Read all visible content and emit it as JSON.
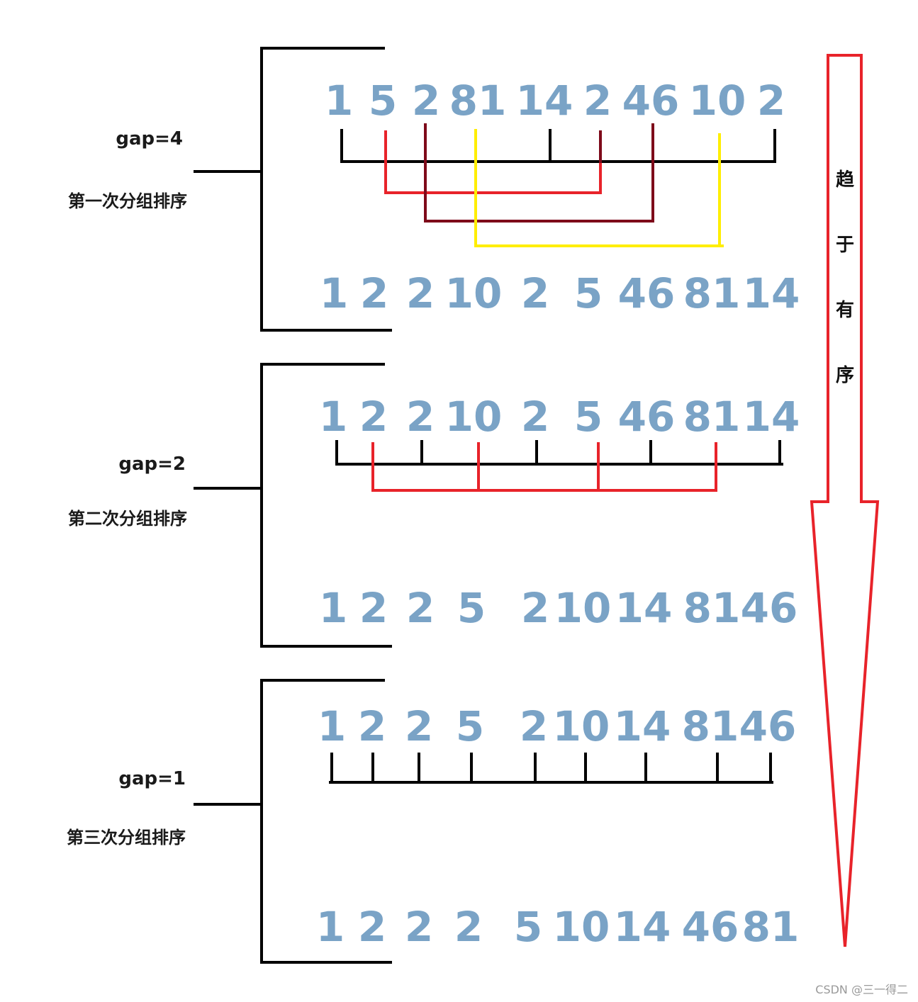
{
  "colors": {
    "number": "#7aa3c6",
    "bracket": "#000000",
    "group_black": "#000000",
    "group_red": "#e8232a",
    "group_darkred": "#7e0a1a",
    "group_yellow": "#ffee00",
    "arrow": "#e8232a"
  },
  "passes": [
    {
      "gap_label": "gap=4",
      "pass_label": "第一次分组排序",
      "before": [
        "1",
        "5",
        "2",
        "81",
        "14",
        "2",
        "46",
        "10",
        "2"
      ],
      "after": [
        "1",
        "2",
        "2",
        "10",
        "2",
        "5",
        "46",
        "81",
        "14"
      ]
    },
    {
      "gap_label": "gap=2",
      "pass_label": "第二次分组排序",
      "before": [
        "1",
        "2",
        "2",
        "10",
        "2",
        "5",
        "46",
        "81",
        "14"
      ],
      "after": [
        "1",
        "2",
        "2",
        "5",
        "2",
        "10",
        "14",
        "81",
        "46"
      ]
    },
    {
      "gap_label": "gap=1",
      "pass_label": "第三次分组排序",
      "before": [
        "1",
        "2",
        "2",
        "5",
        "2",
        "10",
        "14",
        "81",
        "46"
      ],
      "after": [
        "1",
        "2",
        "2",
        "2",
        "5",
        "10",
        "14",
        "46",
        "81"
      ]
    }
  ],
  "arrow": {
    "chars": [
      "趋",
      "于",
      "有",
      "序"
    ]
  },
  "watermark": "CSDN @三一得二"
}
